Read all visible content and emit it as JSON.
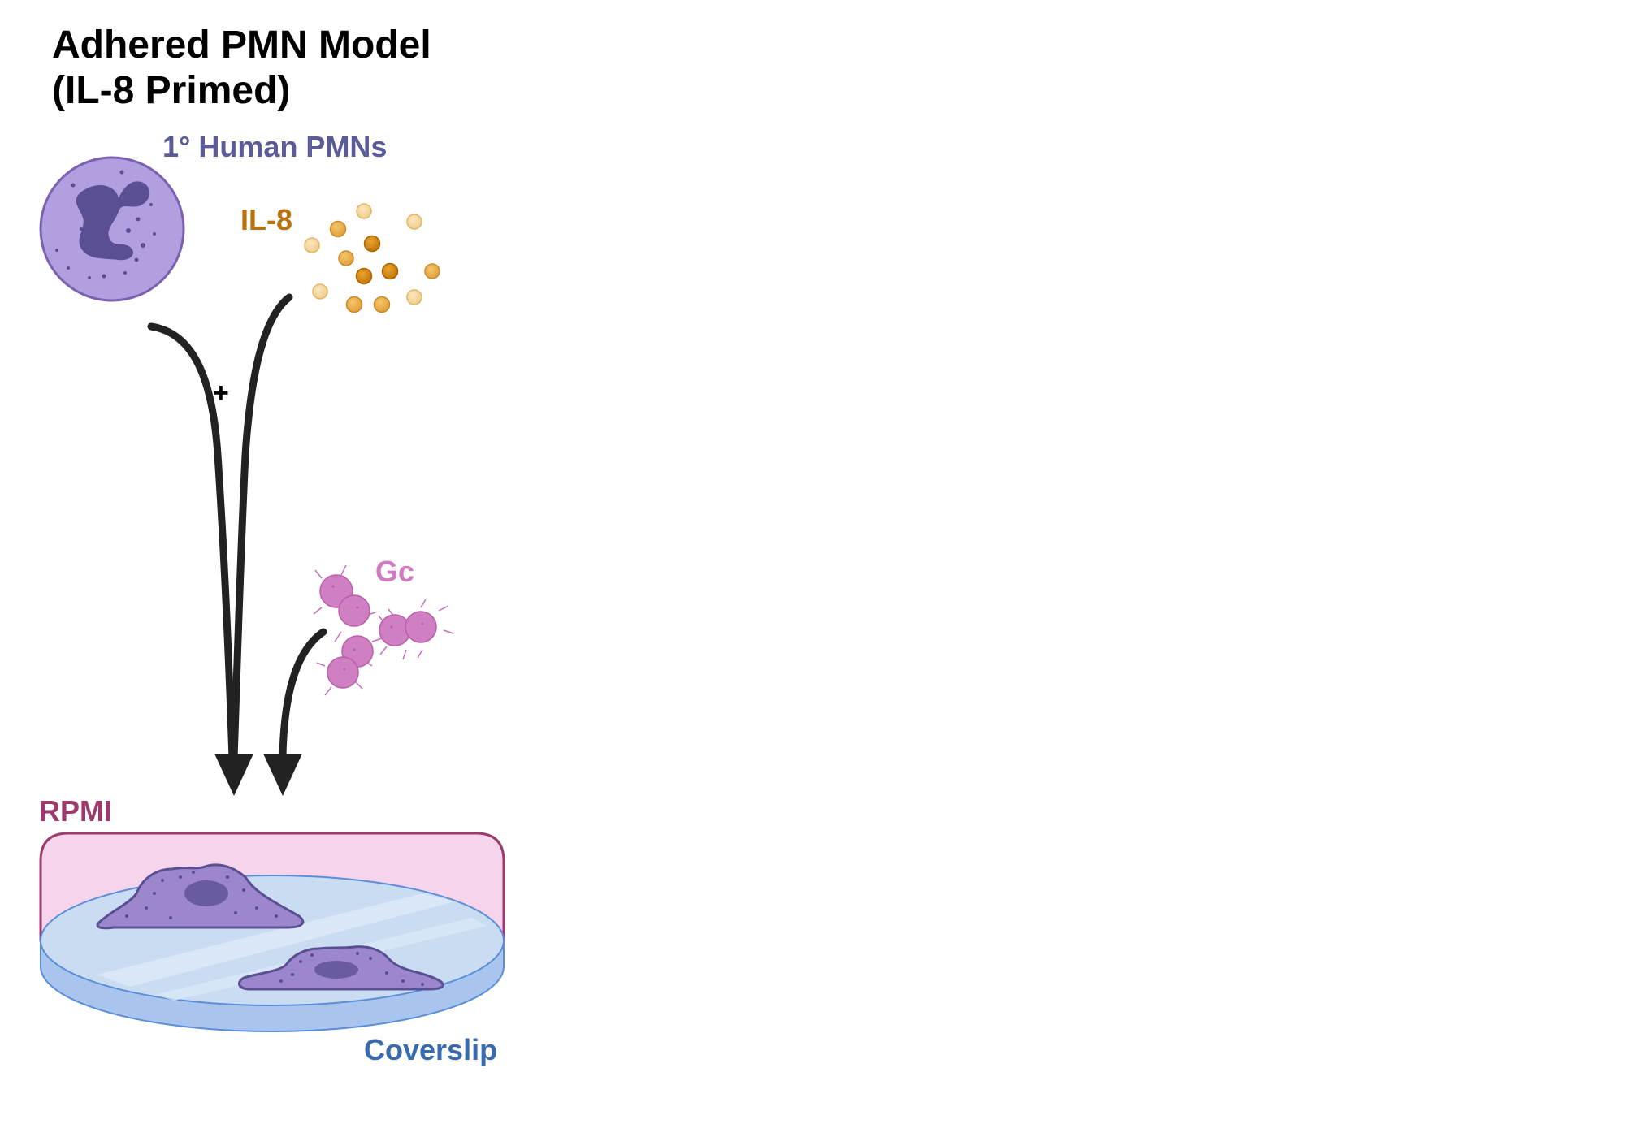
{
  "title": {
    "line1": "Adhered PMN Model",
    "line2": "(IL-8 Primed)"
  },
  "labels": {
    "pmn": "1° Human PMNs",
    "il8": "IL-8",
    "plus": "+",
    "gc": "Gc",
    "rpmi": "RPMI",
    "coverslip": "Coverslip"
  },
  "colors": {
    "pmn_label": "#5b5b9a",
    "il8_label": "#b8720e",
    "plus": "#000000",
    "gc_label": "#d27ac0",
    "rpmi_label": "#9c3a6c",
    "coverslip_label": "#3a6aae",
    "cell_fill": "#b29fe0",
    "cell_stroke": "#7a62b0",
    "nucleus": "#5a4f93",
    "bead_light": "#f0cd8c",
    "bead_dark": "#d88d15",
    "gc_fill": "#d07fc3",
    "rpmi_fill": "#f6d5ec",
    "rpmi_stroke": "#9c3a6c",
    "glass_fill": "#c9dcf2",
    "glass_edge": "#a9c5ee",
    "arrow": "#222222"
  },
  "icons": {
    "pmn_cell": "neutrophil-icon",
    "il8": "il8-molecule-icon",
    "gc": "gonococcus-icon",
    "adhered_cell": "adhered-neutrophil-icon",
    "coverslip": "coverslip-icon"
  }
}
